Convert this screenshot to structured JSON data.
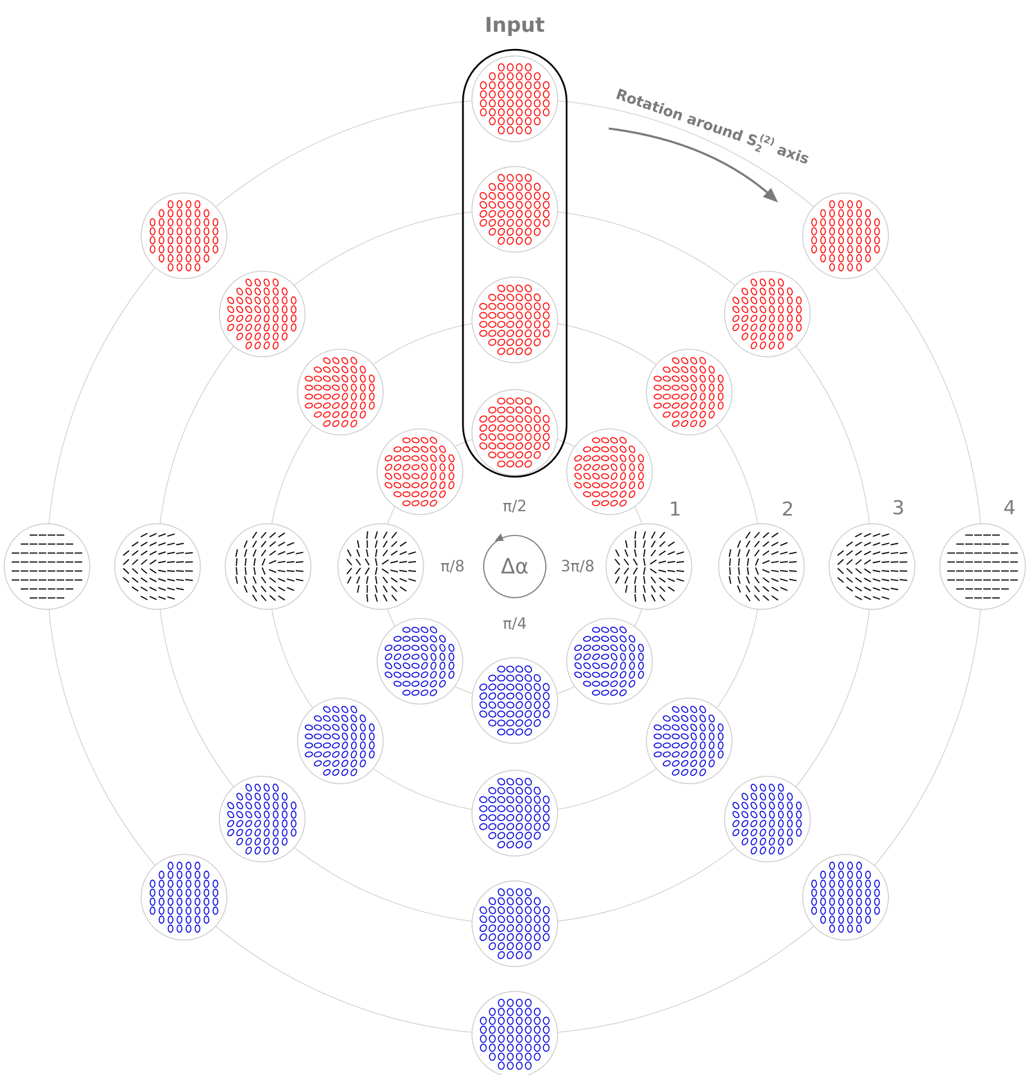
{
  "title": "Input",
  "rotation_label": {
    "prefix": "Rotation around ",
    "symbol": "S",
    "subscript": "2",
    "superscript": "(2)",
    "suffix": " axis"
  },
  "ring_numbers": [
    "1",
    "2",
    "3",
    "4"
  ],
  "center": {
    "symbol": "Δα",
    "top": "π/2",
    "left": "π/8",
    "right": "3π/8",
    "bottom": "π/4"
  },
  "colors": {
    "upper": "#ff0000",
    "middle": "#000000",
    "lower": "#0000dd",
    "rings": "#c8c8c8",
    "labels": "#7a7a7a",
    "input_frame": "#000000"
  },
  "cells": {
    "ring_count": 4,
    "per_ring": 8,
    "start": "top",
    "direction": "clockwise",
    "upper_half_color": "red",
    "horizontal_row_color": "black",
    "lower_half_color": "blue",
    "input_column": "top cell of every ring"
  }
}
